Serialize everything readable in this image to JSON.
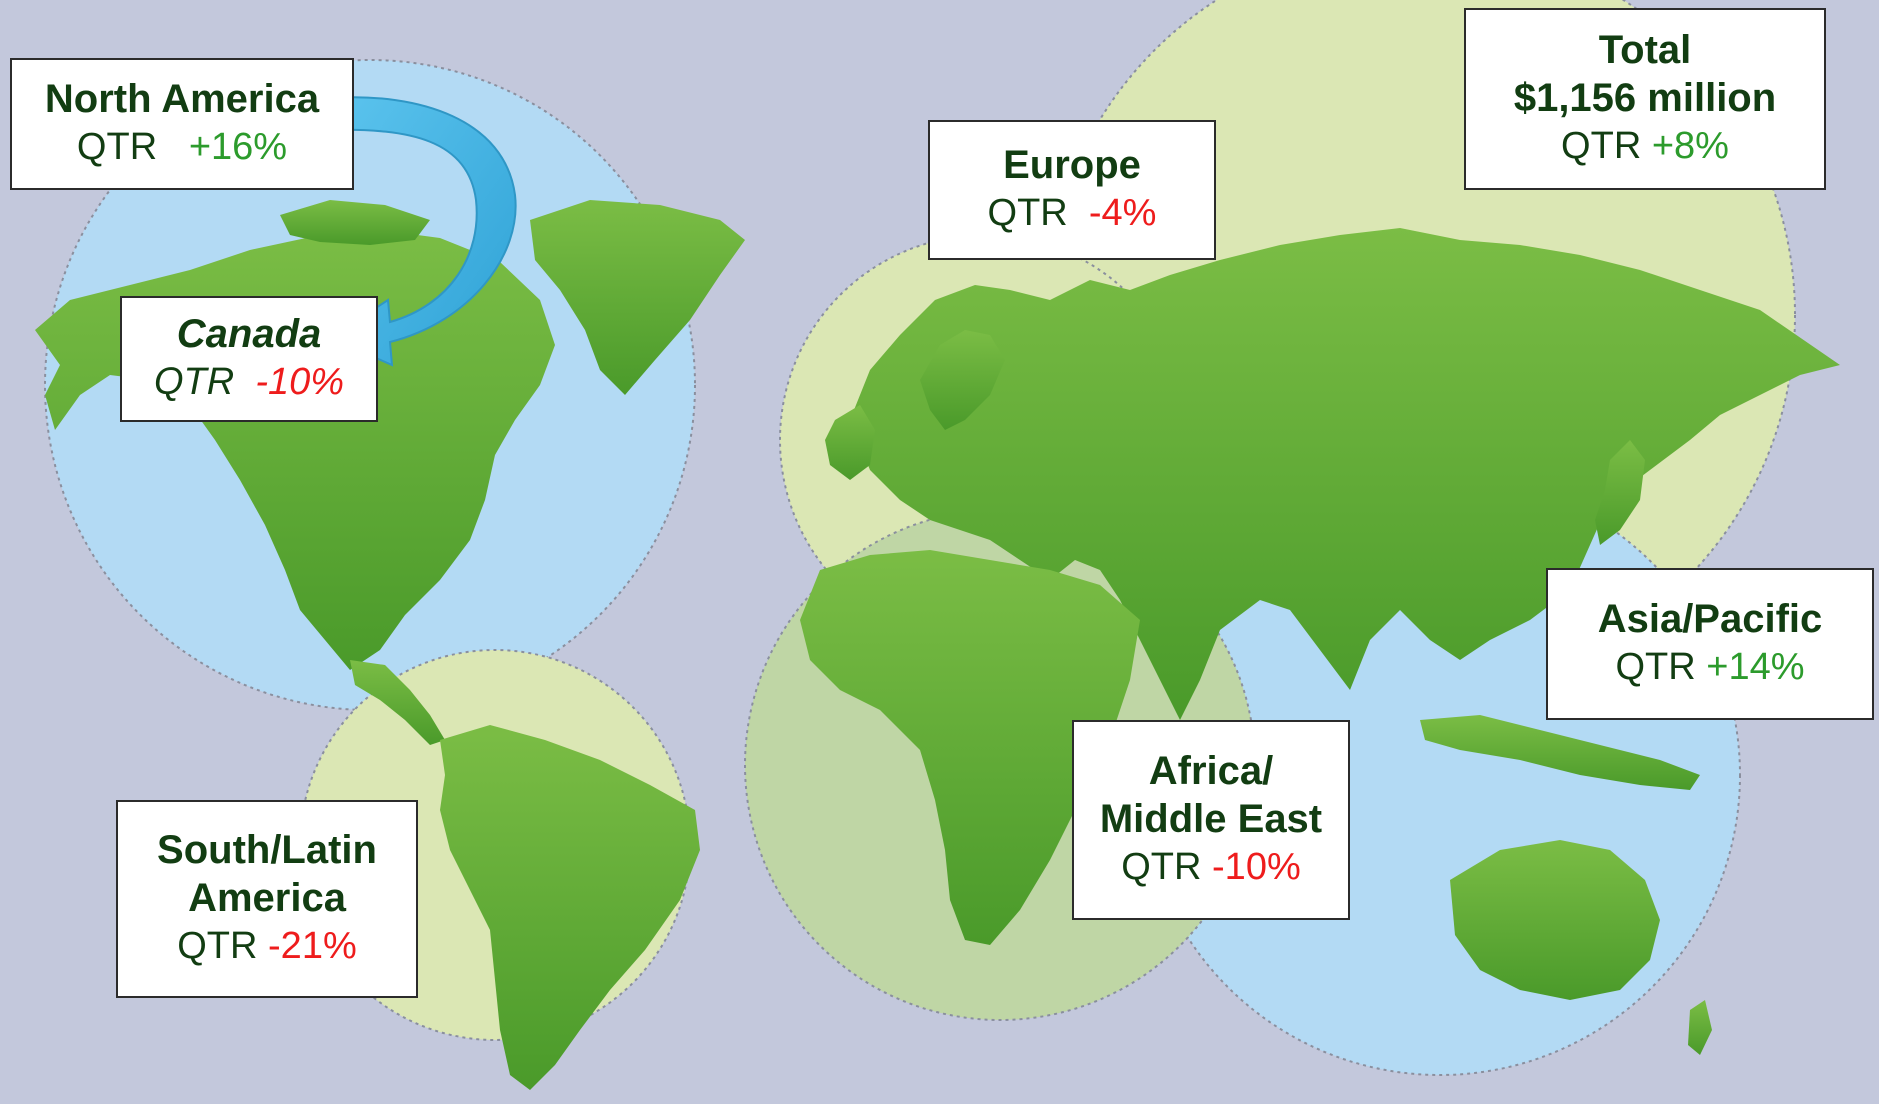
{
  "regions": {
    "north_america": {
      "name": "North America",
      "qtr_label": "QTR",
      "value": "+16%"
    },
    "canada": {
      "name": "Canada",
      "qtr_label": "QTR",
      "value": "-10%"
    },
    "europe": {
      "name": "Europe",
      "qtr_label": "QTR",
      "value": "-4%"
    },
    "total": {
      "name_line1": "Total",
      "name_line2": "$1,156 million",
      "qtr_label": "QTR",
      "value": "+8%"
    },
    "asia_pacific": {
      "name": "Asia/Pacific",
      "qtr_label": "QTR",
      "value": "+14%"
    },
    "africa_me": {
      "name_line1": "Africa/",
      "name_line2": "Middle East",
      "qtr_label": "QTR",
      "value": "-10%"
    },
    "south_latin": {
      "name_line1": "South/Latin",
      "name_line2": "America",
      "qtr_label": "QTR",
      "value": "-21%"
    }
  },
  "colors": {
    "background": "#c3c8dc",
    "circle_blue": "#b3daf4",
    "circle_lime": "#dbe7b4",
    "land_green": "#5ea832",
    "arrow_blue": "#45b3e0",
    "positive": "#2c9b2c",
    "negative": "#ee1c1c",
    "title_text": "#123d12"
  }
}
